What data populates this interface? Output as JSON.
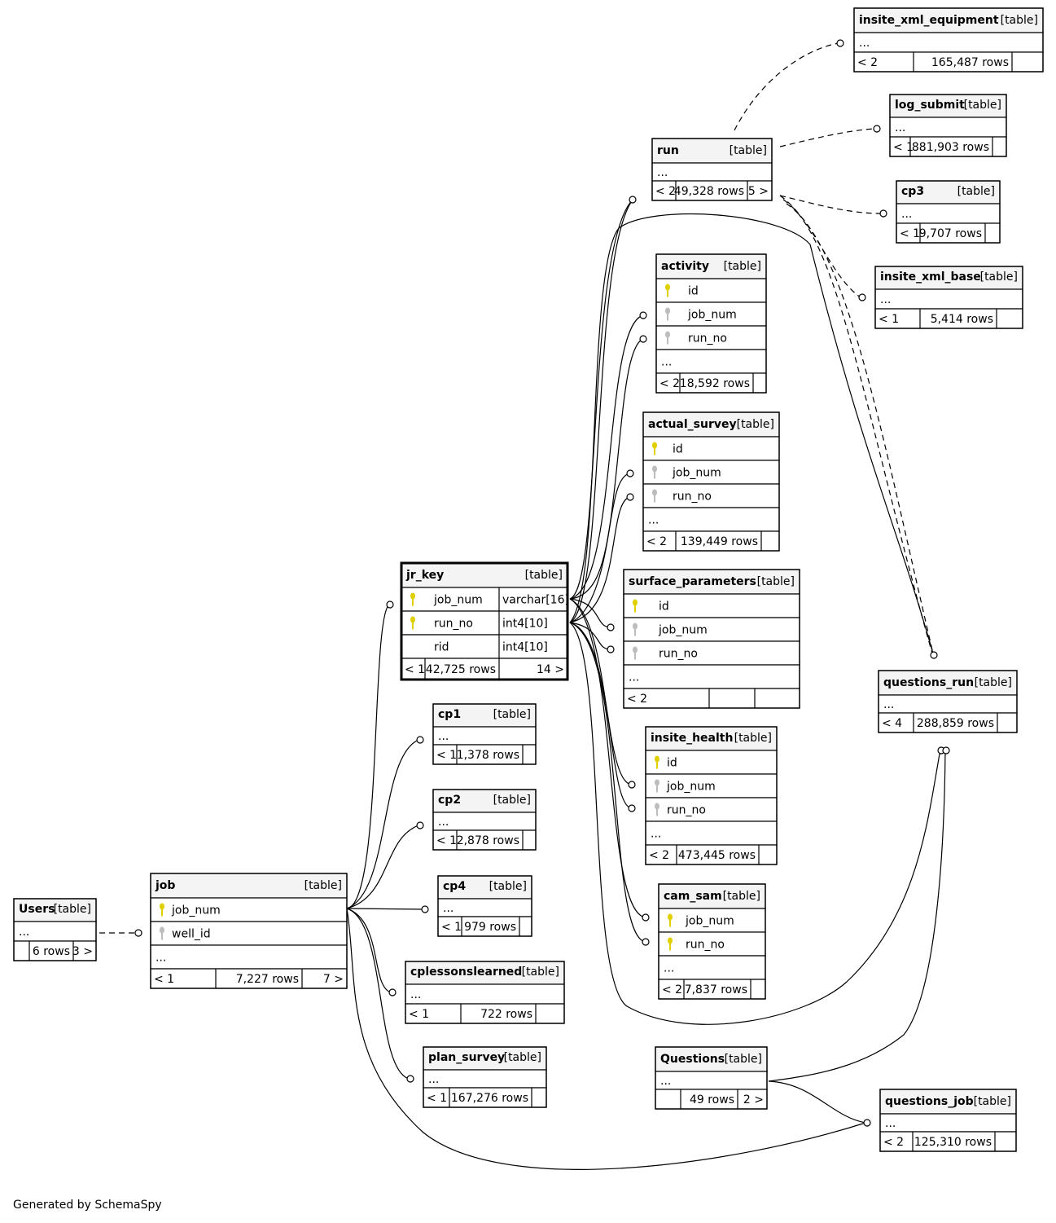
{
  "tables": {
    "insite_xml_equipment": {
      "name": "insite_xml_equipment",
      "kind": "[table]",
      "rows": [
        {
          "cells": [
            "..."
          ]
        }
      ],
      "footer": [
        "< 2",
        "165,487 rows",
        ""
      ]
    },
    "log_submit": {
      "name": "log_submit",
      "kind": "[table]",
      "rows": [
        {
          "cells": [
            "..."
          ]
        }
      ],
      "footer": [
        "< 1",
        "881,903 rows",
        ""
      ]
    },
    "run": {
      "name": "run",
      "kind": "[table]",
      "rows": [
        {
          "cells": [
            "..."
          ]
        }
      ],
      "footer": [
        "< 2",
        "49,328 rows",
        "5 >"
      ]
    },
    "cp3": {
      "name": "cp3",
      "kind": "[table]",
      "rows": [
        {
          "cells": [
            "..."
          ]
        }
      ],
      "footer": [
        "< 1",
        "9,707 rows",
        ""
      ]
    },
    "insite_xml_base": {
      "name": "insite_xml_base",
      "kind": "[table]",
      "rows": [
        {
          "cells": [
            "..."
          ]
        }
      ],
      "footer": [
        "< 1",
        "5,414 rows",
        ""
      ]
    },
    "activity": {
      "name": "activity",
      "kind": "[table]",
      "rows": [
        {
          "key": "pk",
          "cells": [
            "id"
          ]
        },
        {
          "key": "fk",
          "cells": [
            "job_num"
          ]
        },
        {
          "key": "fk",
          "cells": [
            "run_no"
          ]
        },
        {
          "cells": [
            "..."
          ]
        }
      ],
      "footer": [
        "< 2",
        "18,592 rows",
        ""
      ]
    },
    "actual_survey": {
      "name": "actual_survey",
      "kind": "[table]",
      "rows": [
        {
          "key": "pk",
          "cells": [
            "id"
          ]
        },
        {
          "key": "fk",
          "cells": [
            "job_num"
          ]
        },
        {
          "key": "fk",
          "cells": [
            "run_no"
          ]
        },
        {
          "cells": [
            "..."
          ]
        }
      ],
      "footer": [
        "< 2",
        "139,449 rows",
        ""
      ]
    },
    "jr_key": {
      "name": "jr_key",
      "kind": "[table]",
      "rows": [
        {
          "key": "pk",
          "cells": [
            "job_num",
            "varchar[16]"
          ]
        },
        {
          "key": "pk",
          "cells": [
            "run_no",
            "int4[10]"
          ]
        },
        {
          "cells": [
            "rid",
            "int4[10]"
          ]
        }
      ],
      "footer": [
        "< 1",
        "42,725 rows",
        "14 >"
      ]
    },
    "surface_parameters": {
      "name": "surface_parameters",
      "kind": "[table]",
      "rows": [
        {
          "key": "pk",
          "cells": [
            "id"
          ]
        },
        {
          "key": "fk",
          "cells": [
            "job_num"
          ]
        },
        {
          "key": "fk",
          "cells": [
            "run_no"
          ]
        },
        {
          "cells": [
            "..."
          ]
        }
      ],
      "footer": [
        "< 2",
        "",
        ""
      ]
    },
    "questions_run": {
      "name": "questions_run",
      "kind": "[table]",
      "rows": [
        {
          "cells": [
            "..."
          ]
        }
      ],
      "footer": [
        "< 4",
        "288,859 rows",
        ""
      ]
    },
    "cp1": {
      "name": "cp1",
      "kind": "[table]",
      "rows": [
        {
          "cells": [
            "..."
          ]
        }
      ],
      "footer": [
        "< 1",
        "1,378 rows",
        ""
      ]
    },
    "insite_health": {
      "name": "insite_health",
      "kind": "[table]",
      "rows": [
        {
          "key": "pk",
          "cells": [
            "id"
          ]
        },
        {
          "key": "fk",
          "cells": [
            "job_num"
          ]
        },
        {
          "key": "fk",
          "cells": [
            "run_no"
          ]
        },
        {
          "cells": [
            "..."
          ]
        }
      ],
      "footer": [
        "< 2",
        "473,445 rows",
        ""
      ]
    },
    "cp2": {
      "name": "cp2",
      "kind": "[table]",
      "rows": [
        {
          "cells": [
            "..."
          ]
        }
      ],
      "footer": [
        "< 1",
        "2,878 rows",
        ""
      ]
    },
    "job": {
      "name": "job",
      "kind": "[table]",
      "rows": [
        {
          "key": "pk",
          "cells": [
            "job_num"
          ]
        },
        {
          "key": "fk",
          "cells": [
            "well_id"
          ]
        },
        {
          "cells": [
            "..."
          ]
        }
      ],
      "footer": [
        "< 1",
        "7,227 rows",
        "7 >"
      ]
    },
    "users": {
      "name": "Users",
      "kind": "[table]",
      "rows": [
        {
          "cells": [
            "..."
          ]
        }
      ],
      "footer": [
        "",
        "6 rows",
        "3 >"
      ]
    },
    "cp4": {
      "name": "cp4",
      "kind": "[table]",
      "rows": [
        {
          "cells": [
            "..."
          ]
        }
      ],
      "footer": [
        "< 1",
        "979 rows",
        ""
      ]
    },
    "cam_sam": {
      "name": "cam_sam",
      "kind": "[table]",
      "rows": [
        {
          "key": "pk",
          "cells": [
            "job_num"
          ]
        },
        {
          "key": "pk",
          "cells": [
            "run_no"
          ]
        },
        {
          "cells": [
            "..."
          ]
        }
      ],
      "footer": [
        "< 2",
        "7,837 rows",
        ""
      ]
    },
    "cplessonslearned": {
      "name": "cplessonslearned",
      "kind": "[table]",
      "rows": [
        {
          "cells": [
            "..."
          ]
        }
      ],
      "footer": [
        "< 1",
        "722 rows",
        ""
      ]
    },
    "plan_survey": {
      "name": "plan_survey",
      "kind": "[table]",
      "rows": [
        {
          "cells": [
            "..."
          ]
        }
      ],
      "footer": [
        "< 1",
        "167,276 rows",
        ""
      ]
    },
    "questions": {
      "name": "Questions",
      "kind": "[table]",
      "rows": [
        {
          "cells": [
            "..."
          ]
        }
      ],
      "footer": [
        "",
        "49 rows",
        "2 >"
      ]
    },
    "questions_job": {
      "name": "questions_job",
      "kind": "[table]",
      "rows": [
        {
          "cells": [
            "..."
          ]
        }
      ],
      "footer": [
        "< 2",
        "125,310 rows",
        ""
      ]
    }
  },
  "generated_by": "Generated by SchemaSpy"
}
